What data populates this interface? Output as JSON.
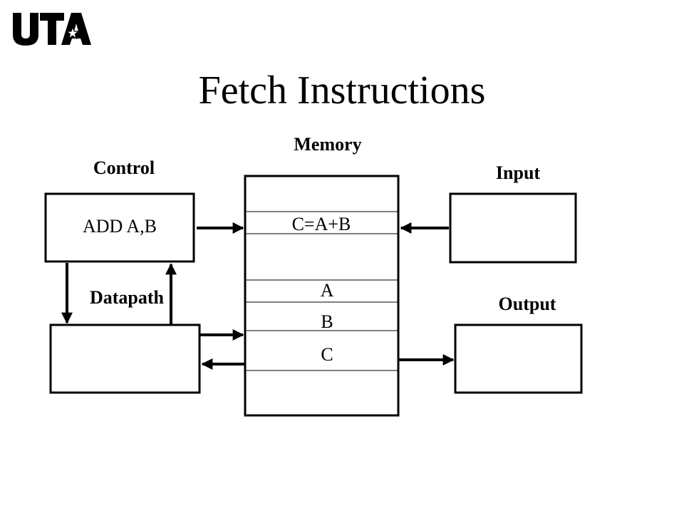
{
  "logo": {
    "text": "UTA",
    "icon": "star-icon"
  },
  "title": "Fetch Instructions",
  "labels": {
    "control": "Control",
    "memory": "Memory",
    "input": "Input",
    "datapath": "Datapath",
    "output": "Output"
  },
  "control_box": {
    "instruction": "ADD A,B"
  },
  "memory_cells": {
    "instruction": "C=A+B",
    "a": "A",
    "b": "B",
    "c": "C"
  }
}
